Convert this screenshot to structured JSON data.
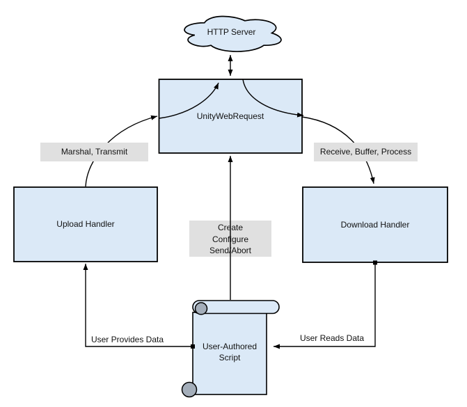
{
  "nodes": {
    "http_server": {
      "label": "HTTP Server"
    },
    "unity_web_request": {
      "label": "UnityWebRequest"
    },
    "upload_handler": {
      "label": "Upload Handler"
    },
    "download_handler": {
      "label": "Download Handler"
    },
    "user_authored_script": {
      "label": "User-Authored\nScript"
    }
  },
  "edge_labels": {
    "marshal_transmit": "Marshal, Transmit",
    "receive_buffer_process": "Receive, Buffer, Process",
    "create_configure_send_abort": "Create\nConfigure\nSend/Abort",
    "user_provides_data": "User Provides Data",
    "user_reads_data": "User Reads Data"
  },
  "colors": {
    "node_fill": "#dbe9f7",
    "node_stroke": "#000000",
    "label_bg": "#e0e0e0",
    "line": "#000000",
    "scroll_curl": "#a4aeba",
    "canvas_bg": "#ffffff"
  }
}
